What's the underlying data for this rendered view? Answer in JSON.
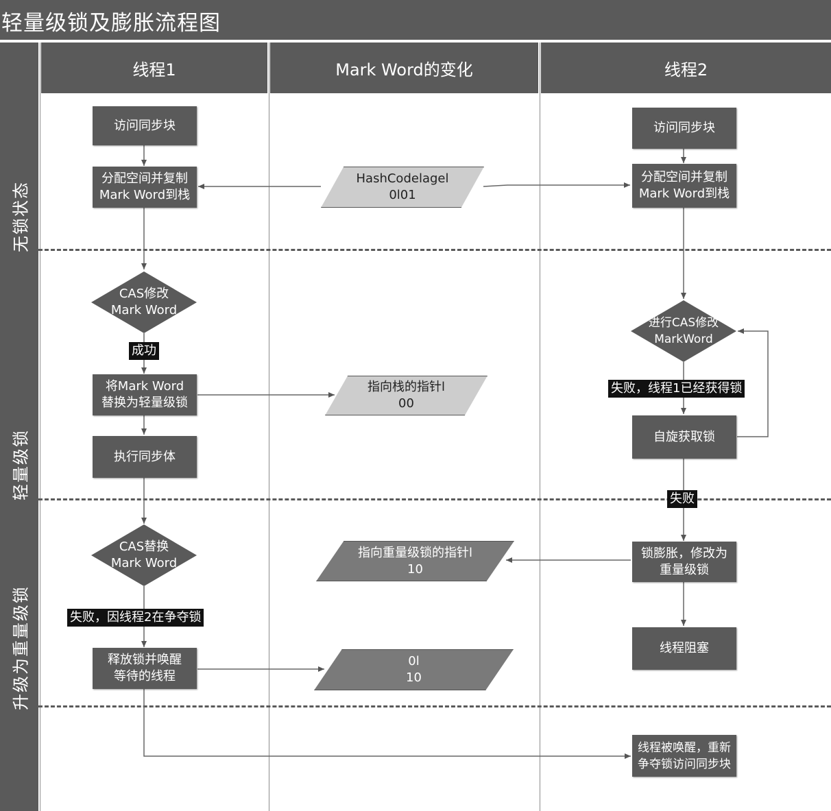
{
  "title": "轻量级锁及膨胀流程图",
  "columns": {
    "thread1": "线程1",
    "markword": "Mark Word的变化",
    "thread2": "线程2"
  },
  "phases": {
    "unlocked": "无锁状态",
    "lightweight": "轻量级锁",
    "heavyweight": "升级为重量级锁"
  },
  "thread1": {
    "access_sync": "访问同步块",
    "alloc_copy": [
      "分配空间并复制",
      "Mark Word到栈"
    ],
    "cas_modify": [
      "CAS修改",
      "Mark Word"
    ],
    "success_tag": "成功",
    "replace_lw": [
      "将Mark Word",
      "替换为轻量级锁"
    ],
    "exec_sync": "执行同步体",
    "cas_replace": [
      "CAS替换",
      "Mark Word"
    ],
    "fail_tag": "失败，因线程2在争夺锁",
    "release_wake": [
      "释放锁并唤醒",
      "等待的线程"
    ]
  },
  "markword": {
    "hash": [
      "HashCodelagel",
      "0l01"
    ],
    "stack_ptr": [
      "指向栈的指针l",
      "00"
    ],
    "heavy_ptr": [
      "指向重量级锁的指针l",
      "10"
    ],
    "released": [
      "0l",
      "10"
    ]
  },
  "thread2": {
    "access_sync": "访问同步块",
    "alloc_copy": [
      "分配空间并复制",
      "Mark Word到栈"
    ],
    "cas_modify": [
      "进行CAS修改",
      "MarkWord"
    ],
    "fail_tag1": "失败，线程1已经获得锁",
    "spin": "自旋获取锁",
    "fail_tag2": "失败",
    "inflate": [
      "锁膨胀，修改为",
      "重量级锁"
    ],
    "blocked": "线程阻塞",
    "woken": [
      "线程被唤醒，重新",
      "争夺锁访问同步块"
    ]
  }
}
